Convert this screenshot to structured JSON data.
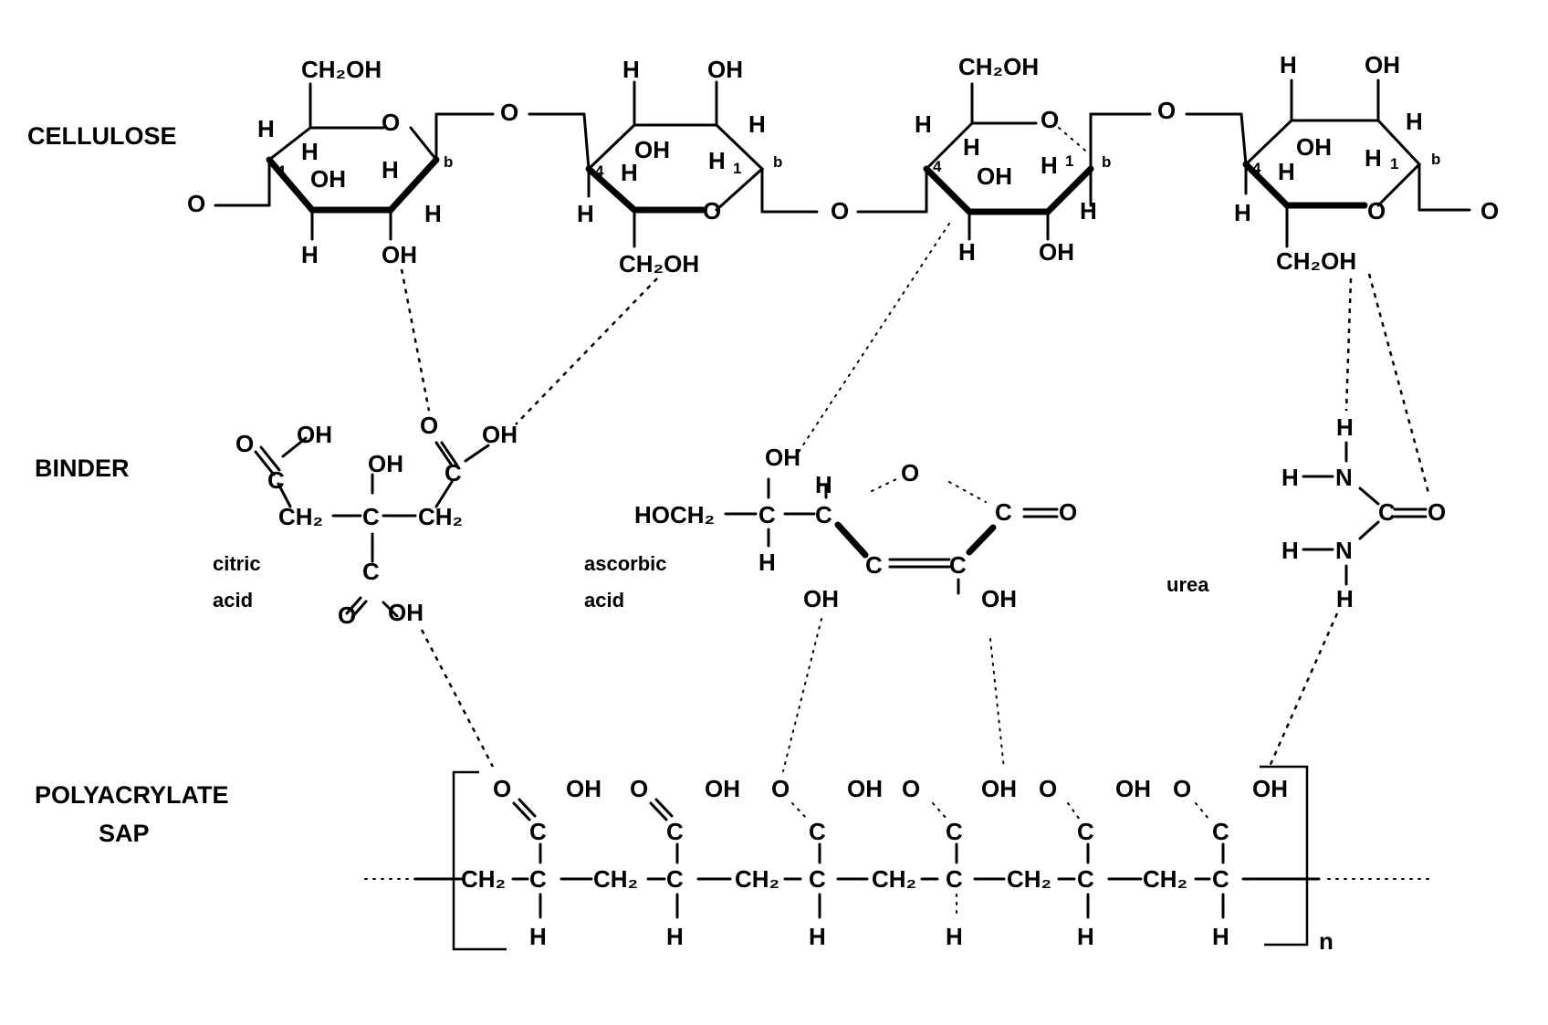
{
  "sections": {
    "cellulose": "CELLULOSE",
    "binder": "BINDER",
    "polyacrylate_1": "POLYACRYLATE",
    "polyacrylate_2": "SAP"
  },
  "compounds": {
    "citric_1": "citric",
    "citric_2": "acid",
    "ascorbic_1": "ascorbic",
    "ascorbic_2": "acid",
    "urea": "urea"
  },
  "atoms": {
    "ch2oh": "CH₂OH",
    "oh": "OH",
    "h": "H",
    "o": "O",
    "c": "C",
    "n": "N",
    "ch2": "CH₂",
    "hoch2": "HOCH₂",
    "one": "1",
    "four": "4",
    "b": "b",
    "c_eq_o": "C═O",
    "c_eq_c": "C══C",
    "h_dash_n": "H—N",
    "n_sub": "n"
  }
}
